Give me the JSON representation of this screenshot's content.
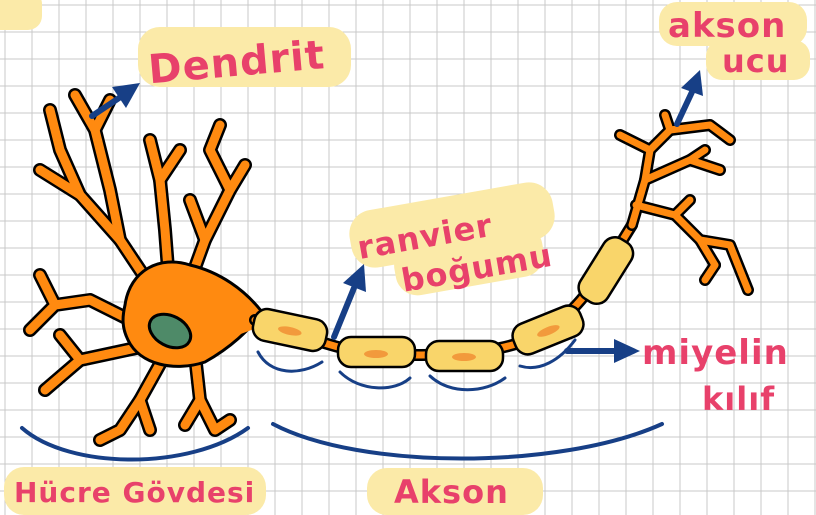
{
  "labels": {
    "dendrit": "Dendrit",
    "akson_ucu_line1": "akson",
    "akson_ucu_line2": "ucu",
    "ranvier_line1": "ranvier",
    "ranvier_line2": "boğumu",
    "miyelin_line1": "miyelin",
    "miyelin_line2": "kılıf",
    "hucre_govdesi": "Hücre Gövdesi",
    "akson": "Akson"
  },
  "colors": {
    "grid": "#c9c9c9",
    "highlight": "#fbeaa8",
    "label_text": "#e8416b",
    "arrow": "#173f86",
    "neuron_fill": "#ff8a10",
    "neuron_outline": "#000000",
    "nucleus": "#4e8a68",
    "myelin_fill": "#f9d56a",
    "myelin_inner": "#f29a3c",
    "bracket": "#173f86"
  }
}
